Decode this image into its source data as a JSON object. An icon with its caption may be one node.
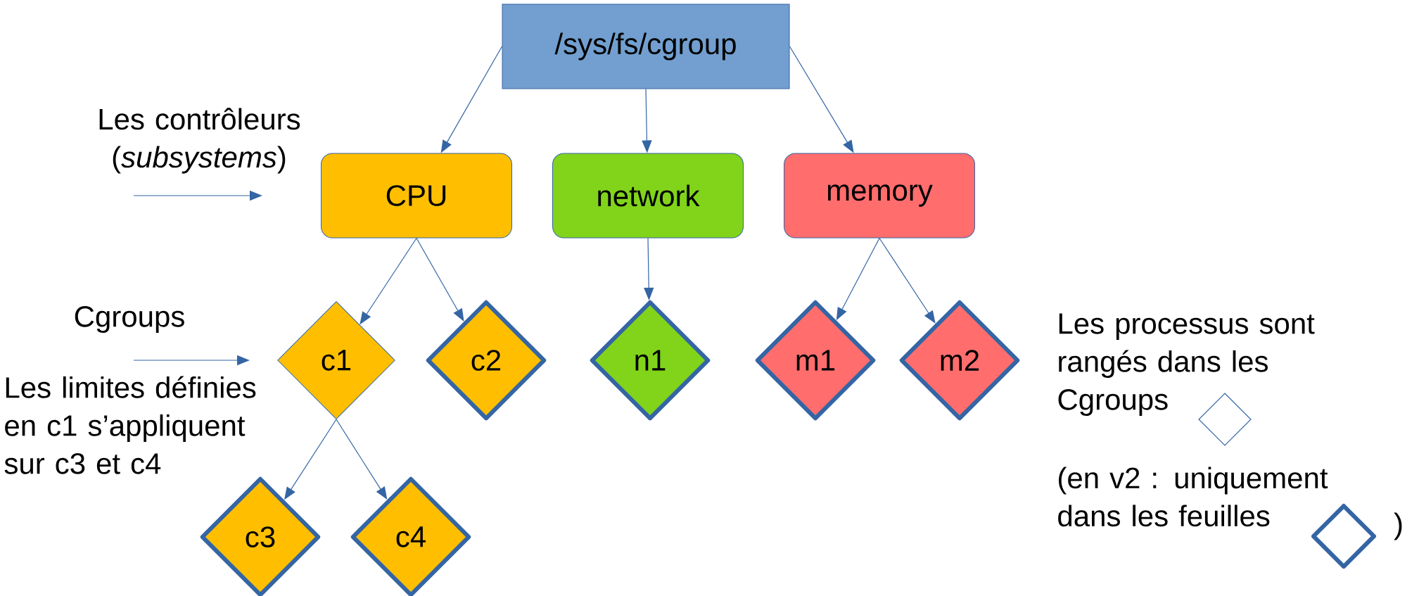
{
  "diagram": {
    "nodes": [
      {
        "text": [
          "/sys/fs/cgroup"
        ]
      },
      {
        "text": [
          "CPU"
        ]
      },
      {
        "text": [
          "network"
        ]
      },
      {
        "text": [
          "memory"
        ]
      },
      {
        "text": [
          "c1"
        ]
      },
      {
        "text": [
          "c2"
        ]
      },
      {
        "text": [
          "n1"
        ]
      },
      {
        "text": [
          "m1"
        ]
      },
      {
        "text": [
          "m2"
        ]
      },
      {
        "text": [
          "c3"
        ]
      },
      {
        "text": [
          "c4"
        ]
      }
    ],
    "edges": [
      {
        "from": 0,
        "to": 1,
        "arrow": "to"
      },
      {
        "from": 0,
        "to": 2,
        "arrow": "to"
      },
      {
        "from": 0,
        "to": 3,
        "arrow": "to"
      },
      {
        "from": 1,
        "to": 4,
        "arrow": "to"
      },
      {
        "from": 1,
        "to": 5,
        "arrow": "to"
      },
      {
        "from": 2,
        "to": 6,
        "arrow": "to"
      },
      {
        "from": 3,
        "to": 7,
        "arrow": "to"
      },
      {
        "from": 3,
        "to": 8,
        "arrow": "to"
      },
      {
        "from": 4,
        "to": 9,
        "arrow": "to"
      },
      {
        "from": 4,
        "to": 10,
        "arrow": "to"
      }
    ],
    "labels": [
      "Les contrôleurs (*subsystems*)",
      "Cgroups",
      "Les processus sont rangés dans les Cgroups",
      "Les limites définies en c1 s’appliquent sur c3 et c4",
      "(en v2 : uniquement dans les feuilles",
      ")"
    ]
  }
}
